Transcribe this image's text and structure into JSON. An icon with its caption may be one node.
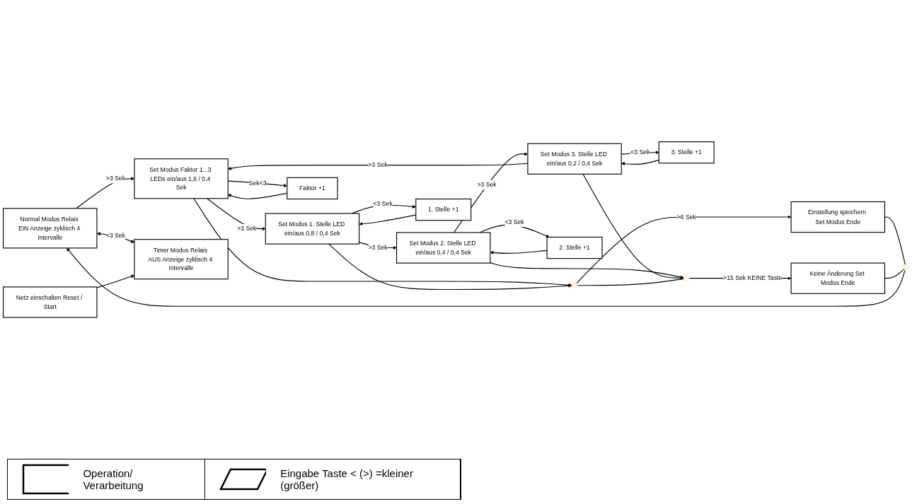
{
  "diagram": {
    "nodes": [
      {
        "text": [
          "Normal Modus Relais EIN Anzeige zyklisch 4 Intervalle"
        ]
      },
      {
        "text": [
          "Set Modus Faktor 1...3 LEDs ein/aus 1,6 / 0,4 Sek"
        ]
      },
      {
        "text": [
          "Set Modus 1. Stelle LED ein/aus 0,8 / 0,4 Sek"
        ]
      },
      {
        "text": [
          "Set Modus 2. Stelle LED ein/aus 0,4 / 0,4 Sek"
        ]
      },
      {
        "text": [
          "Set Modus 3. Stelle LED ein/aus 0,2 / 0,4 Sek"
        ]
      },
      {
        "text": [
          "Timer Modus Relais AUS Anzeige zyklisch 4 Intervalle"
        ]
      },
      {
        "text": [
          "Faktor +1"
        ]
      },
      {
        "text": [
          "1. Stelle +1"
        ]
      },
      {
        "text": [
          "2. Stelle +1"
        ]
      },
      {
        "text": [
          "3. Stelle +1"
        ]
      },
      {
        "text": [
          "Netz einschalten Reset / Start"
        ]
      },
      {
        "text": [
          "Einstellung speichern Set Modus Ende"
        ]
      },
      {
        "text": [
          "Keine Änderung Set Modus Ende"
        ]
      },
      {
        "text": [],
        "shape": "circle"
      },
      {
        "text": [],
        "shape": "circle"
      },
      {
        "text": [],
        "shape": "circle"
      }
    ],
    "edges": [
      {
        "from": 0,
        "to": 1,
        "arrow": "to",
        "label": ">3 Sek"
      },
      {
        "from": 1,
        "to": 2,
        "arrow": "to",
        "label": ">3 Sek"
      },
      {
        "from": 2,
        "to": 3,
        "arrow": "to",
        "label": ">3 Sek"
      },
      {
        "from": 3,
        "to": 4,
        "arrow": "to",
        "label": ">3 Sek"
      },
      {
        "from": 4,
        "to": 1,
        "arrow": "to",
        "label": ">3 Sek"
      },
      {
        "from": 0,
        "to": 5,
        "arrow": "both",
        "label": "<3 Sek"
      },
      {
        "from": 1,
        "to": 6,
        "arrow": "to",
        "label": "Sek<3"
      },
      {
        "from": 6,
        "to": 1,
        "arrow": "to"
      },
      {
        "from": 2,
        "to": 7,
        "arrow": "to",
        "label": "<3 Sek"
      },
      {
        "from": 7,
        "to": 2,
        "arrow": "to"
      },
      {
        "from": 3,
        "to": 8,
        "arrow": "to",
        "label": "<3 Sek"
      },
      {
        "from": 8,
        "to": 3,
        "arrow": "to"
      },
      {
        "from": 4,
        "to": 9,
        "arrow": "to",
        "label": "<3 Sek"
      },
      {
        "from": 9,
        "to": 4,
        "arrow": "to"
      },
      {
        "from": 10,
        "to": 5,
        "arrow": "to"
      },
      {
        "from": 1,
        "to": 13,
        "arrow": "to"
      },
      {
        "from": 2,
        "to": 13,
        "arrow": "to"
      },
      {
        "from": 3,
        "to": 14,
        "arrow": "to"
      },
      {
        "from": 4,
        "to": 14,
        "arrow": "to"
      },
      {
        "from": 13,
        "to": 14,
        "arrow": "none"
      },
      {
        "from": 13,
        "to": 11,
        "arrow": "to",
        "label": ">6 Sek"
      },
      {
        "from": 14,
        "to": 12,
        "arrow": "to",
        "label": ">15 Sek KEINE Taste"
      },
      {
        "from": 11,
        "to": 15,
        "arrow": "none"
      },
      {
        "from": 12,
        "to": 15,
        "arrow": "none"
      },
      {
        "from": 15,
        "to": 0,
        "arrow": "to"
      }
    ],
    "legend": [
      {
        "text": "Operation/ Verarbeitung"
      },
      {
        "text": "Eingabe Taste < (>) =kleiner (größer)"
      }
    ]
  }
}
